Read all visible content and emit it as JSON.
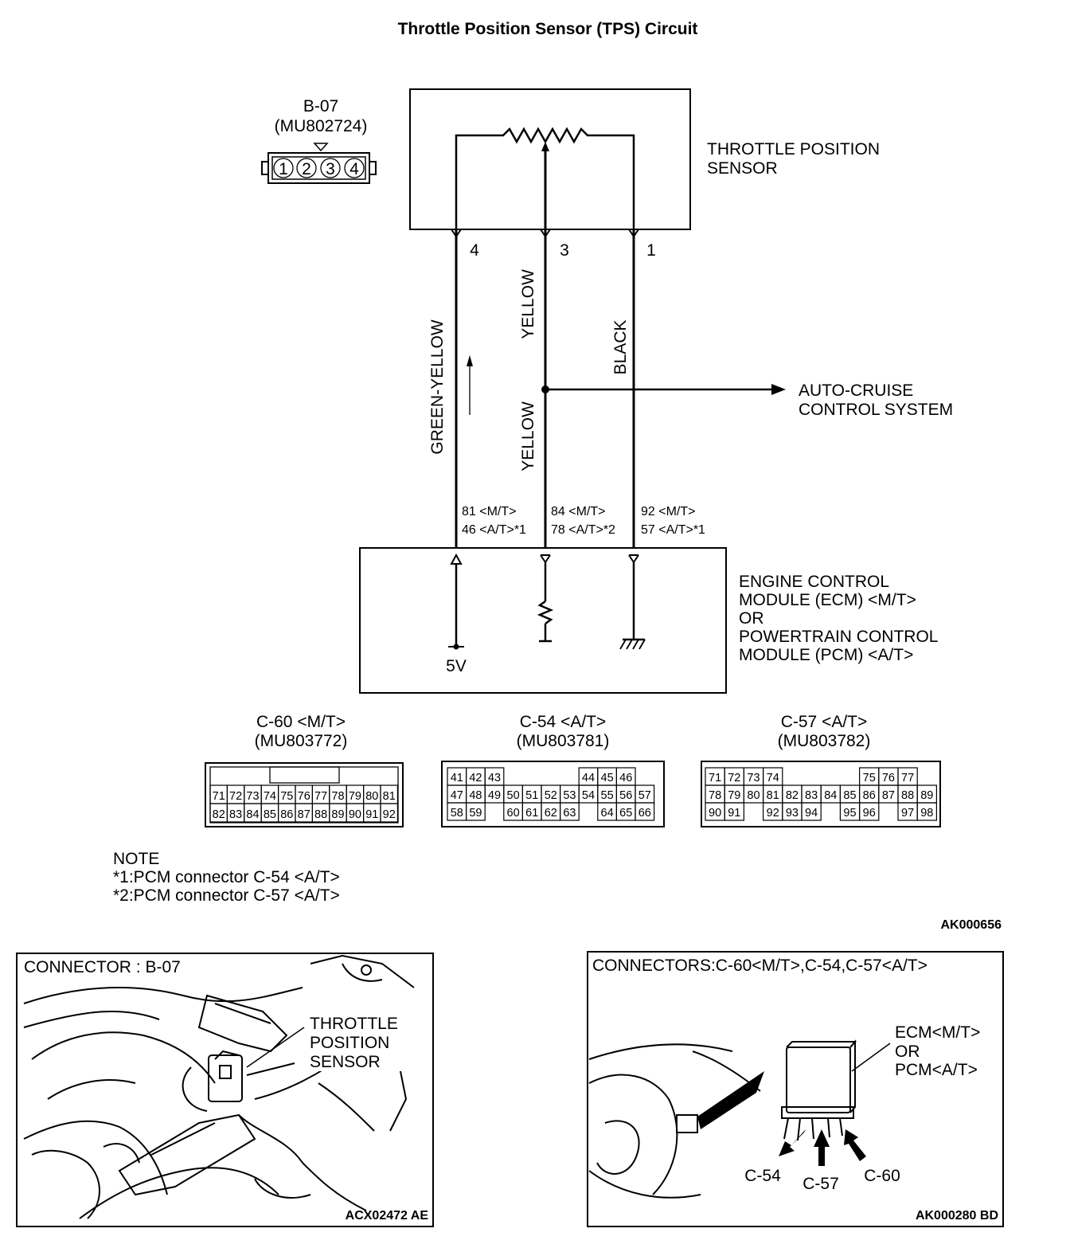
{
  "title": "Throttle Position Sensor (TPS) Circuit",
  "sensor_connector": {
    "id": "B-07",
    "part": "(MU802724)",
    "pins": [
      "1",
      "2",
      "3",
      "4"
    ]
  },
  "tps_label": [
    "THROTTLE POSITION",
    "SENSOR"
  ],
  "pin_labels": {
    "left": "4",
    "middle": "3",
    "right": "1"
  },
  "wire_colors": {
    "left": "GREEN-YELLOW",
    "middle_upper": "YELLOW",
    "middle_lower": "YELLOW",
    "right": "BLACK"
  },
  "auto_cruise": [
    "AUTO-CRUISE",
    "CONTROL SYSTEM"
  ],
  "module_terminals": {
    "left": [
      "81 <M/T>",
      "46 <A/T>*1"
    ],
    "middle": [
      "84 <M/T>",
      "78 <A/T>*2"
    ],
    "right": [
      "92 <M/T>",
      "57 <A/T>*1"
    ]
  },
  "ecm_label": [
    "ENGINE CONTROL",
    "MODULE (ECM) <M/T>",
    "OR",
    "POWERTRAIN CONTROL",
    "MODULE (PCM) <A/T>"
  ],
  "supply_label": "5V",
  "connectors": {
    "c60": {
      "title": "C-60 <M/T>",
      "part": "(MU803772)",
      "row1": [
        "71",
        "72",
        "73",
        "74",
        "75",
        "76",
        "77",
        "78",
        "79",
        "80",
        "81"
      ],
      "row2": [
        "82",
        "83",
        "84",
        "85",
        "86",
        "87",
        "88",
        "89",
        "90",
        "91",
        "92"
      ]
    },
    "c54": {
      "title": "C-54 <A/T>",
      "part": "(MU803781)",
      "row1": [
        "41",
        "42",
        "43",
        "",
        "",
        "",
        "",
        "44",
        "45",
        "46"
      ],
      "row2": [
        "47",
        "48",
        "49",
        "50",
        "51",
        "52",
        "53",
        "54",
        "55",
        "56",
        "57"
      ],
      "row3": [
        "58",
        "59",
        "",
        "60",
        "61",
        "62",
        "63",
        "",
        "64",
        "65",
        "66"
      ]
    },
    "c57": {
      "title": "C-57 <A/T>",
      "part": "(MU803782)",
      "row1": [
        "71",
        "72",
        "73",
        "74",
        "",
        "",
        "",
        "",
        "75",
        "76",
        "77"
      ],
      "row2": [
        "78",
        "79",
        "80",
        "81",
        "82",
        "83",
        "84",
        "85",
        "86",
        "87",
        "88",
        "89"
      ],
      "row3": [
        "90",
        "91",
        "",
        "92",
        "93",
        "94",
        "",
        "95",
        "96",
        "",
        "97",
        "98"
      ]
    }
  },
  "note": [
    "NOTE",
    "*1:PCM connector C-54 <A/T>",
    "*2:PCM connector C-57 <A/T>"
  ],
  "figure_code_top": "AK000656",
  "left_panel": {
    "title": "CONNECTOR : B-07",
    "callout": [
      "THROTTLE",
      "POSITION",
      "SENSOR"
    ],
    "code": "ACX02472 AE"
  },
  "right_panel": {
    "title": "CONNECTORS:C-60<M/T>,C-54,C-57<A/T>",
    "callout": [
      "ECM<M/T>",
      "OR",
      "PCM<A/T>"
    ],
    "labels": [
      "C-54",
      "C-57",
      "C-60"
    ],
    "code": "AK000280 BD"
  }
}
